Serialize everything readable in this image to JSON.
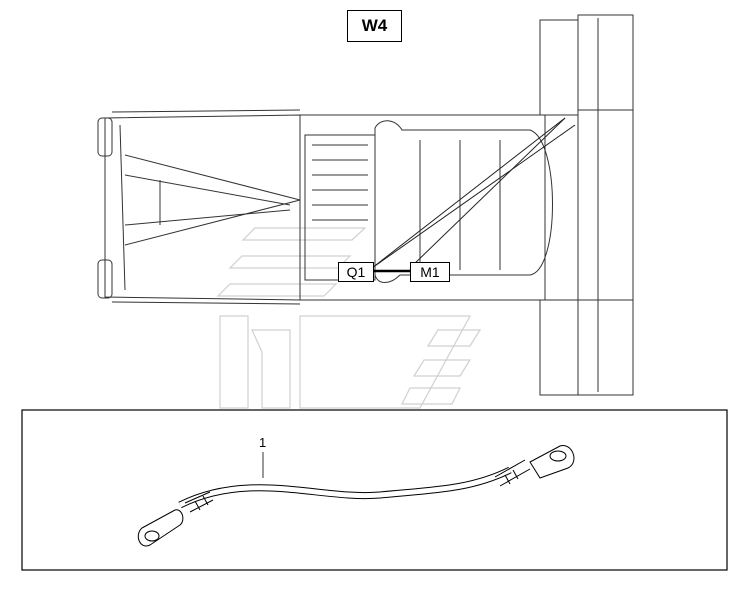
{
  "title": "W4",
  "labels": {
    "q1": "Q1",
    "m1": "M1"
  },
  "callout": "1"
}
